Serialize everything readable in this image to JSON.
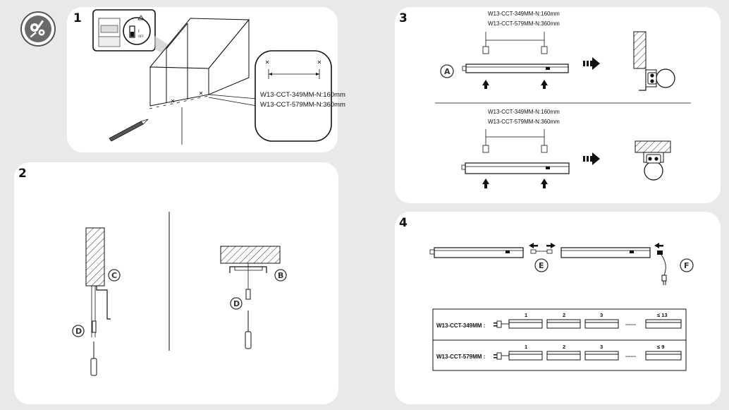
{
  "steps": {
    "s1": "1",
    "s2": "2",
    "s3": "3",
    "s4": "4"
  },
  "step1": {
    "dim_349": "W13-CCT-349MM-N:160mm",
    "dim_579": "W13-CCT-579MM-N:360mm"
  },
  "step2": {
    "label_c": "C",
    "label_d_left": "D",
    "label_b": "B",
    "label_d_right": "D"
  },
  "step3": {
    "label_a": "A",
    "top_dim_349": "W13-CCT-349MM-N:160mm",
    "top_dim_579": "W13-CCT-579MM-N:360mm",
    "bottom_dim_349": "W13-CCT-349MM-N:160mm",
    "bottom_dim_579": "W13-CCT-579MM-N:360mm"
  },
  "step4": {
    "label_e": "E",
    "label_f": "F",
    "table": {
      "rows": [
        {
          "model": "W13-CCT-349MM :",
          "cols": [
            "1",
            "2",
            "3"
          ],
          "dashes": "------",
          "max": "≤ 13"
        },
        {
          "model": "W13-CCT-579MM :",
          "cols": [
            "1",
            "2",
            "3"
          ],
          "dashes": "------",
          "max": "≤ 9"
        }
      ]
    }
  },
  "colors": {
    "background": "#e9e9e9",
    "panel": "#ffffff",
    "line": "#111111",
    "tool_icon_ring": "#555555"
  },
  "icons": [
    "tools-icon",
    "arrow-right-icon",
    "arrow-up-icon",
    "plug-icon",
    "pencil-icon",
    "screwdriver-icon"
  ]
}
